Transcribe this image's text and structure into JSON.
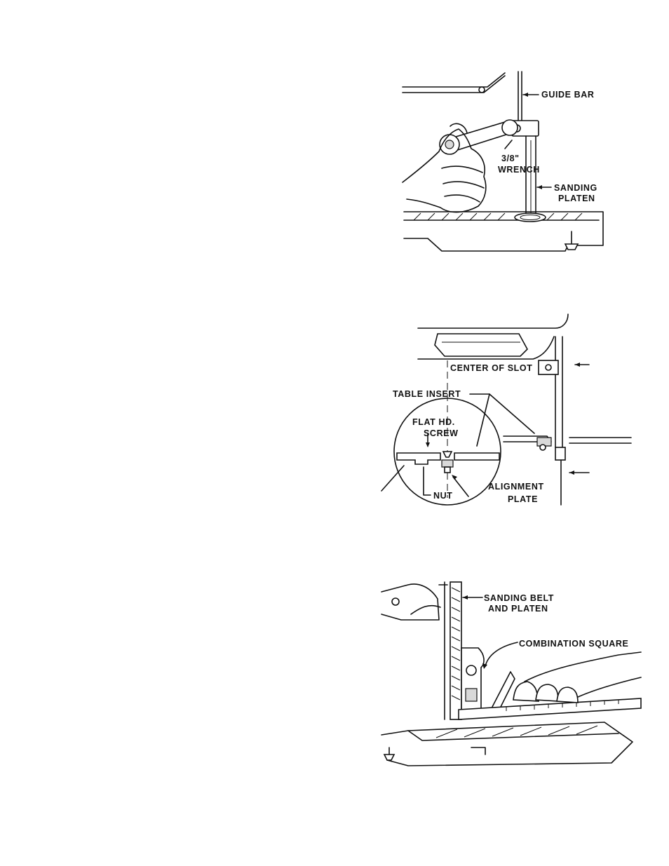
{
  "figures": [
    {
      "id": "wrench-adjustment",
      "labels": {
        "guide_bar": "GUIDE BAR",
        "wrench_size": "3/8\"",
        "wrench": "WRENCH",
        "sanding": "SANDING",
        "platen": "PLATEN"
      }
    },
    {
      "id": "table-insert-alignment",
      "labels": {
        "center_of_slot": "CENTER OF SLOT",
        "table_insert": "TABLE INSERT",
        "flat_hd": "FLAT HD.",
        "screw": "SCREW",
        "nut": "NUT",
        "alignment": "ALIGNMENT",
        "plate": "PLATE"
      }
    },
    {
      "id": "square-check",
      "labels": {
        "sanding_belt": "SANDING BELT",
        "and_platen": "AND PLATEN",
        "combination_square": "COMBINATION SQUARE"
      }
    }
  ]
}
